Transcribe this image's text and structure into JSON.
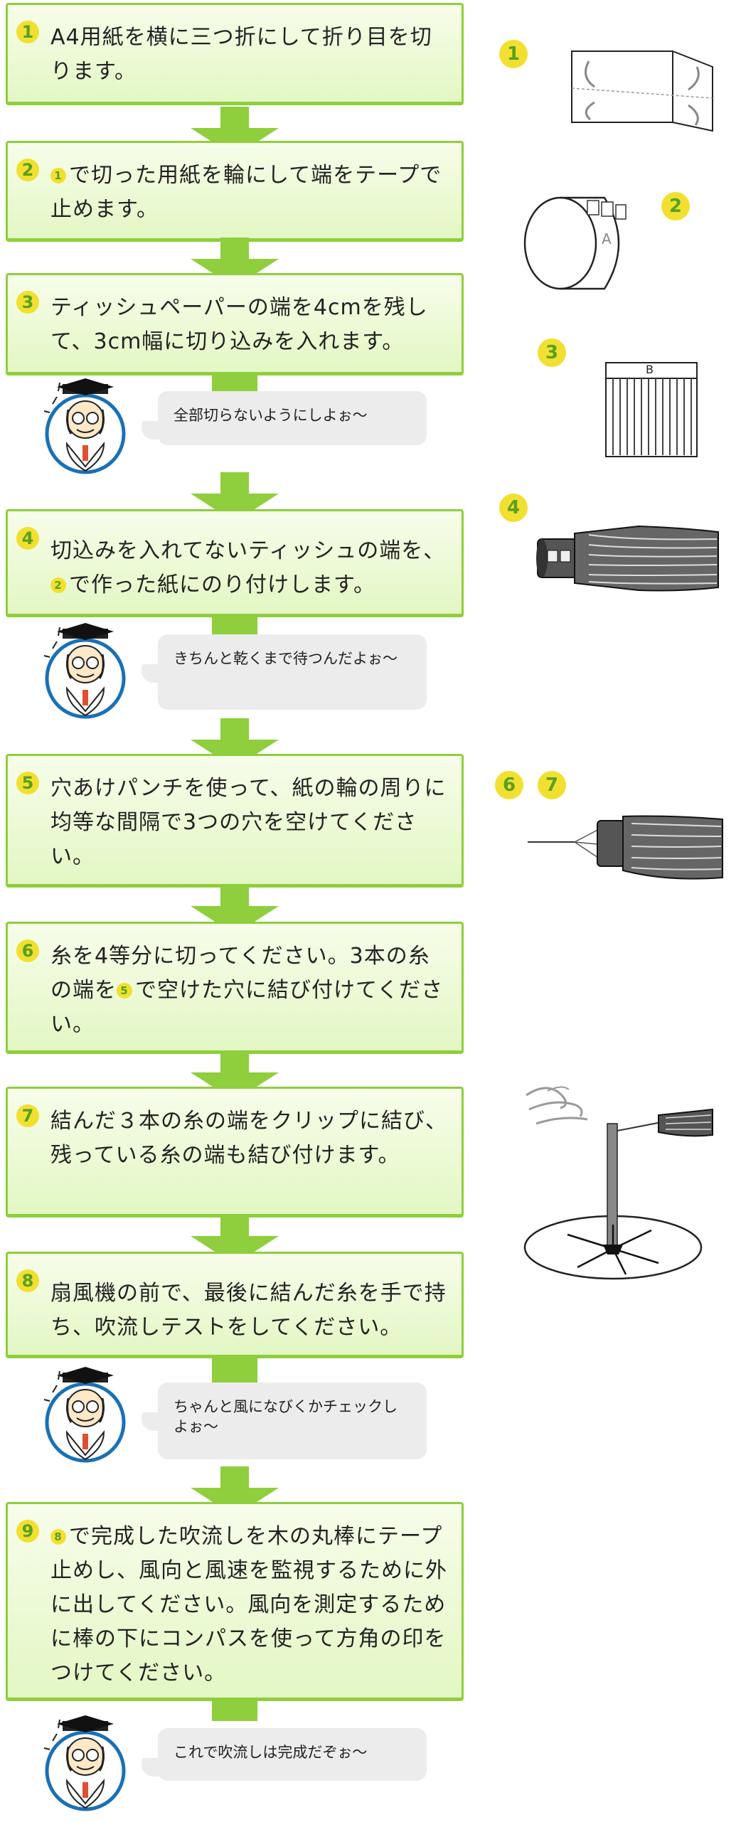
{
  "steps": [
    {
      "num": "1",
      "text": "A4用紙を横に三つ折にして折り目を切ります。"
    },
    {
      "num": "2",
      "ref": "1",
      "text": "で切った用紙を輪にして端をテープで止めます。"
    },
    {
      "num": "3",
      "text": "ティッシュペーパーの端を4cmを残して、3cm幅に切り込みを入れます。"
    },
    {
      "num": "4",
      "text_a": "切込みを入れてないティッシュの端を、",
      "ref": "2",
      "text_b": "で作った紙にのり付けします。"
    },
    {
      "num": "5",
      "text": "穴あけパンチを使って、紙の輪の周りに均等な間隔で3つの穴を空けてください。"
    },
    {
      "num": "6",
      "text_a": "糸を4等分に切ってください。3本の糸の端を",
      "ref": "5",
      "text_b": "で空けた穴に結び付けてください。"
    },
    {
      "num": "7",
      "text": "結んだ３本の糸の端をクリップに結び、残っている糸の端も結び付けます。"
    },
    {
      "num": "8",
      "text": "扇風機の前で、最後に結んだ糸を手で持ち、吹流しテストをしてください。"
    },
    {
      "num": "9",
      "ref": "8",
      "text": "で完成した吹流しを木の丸棒にテープ止めし、風向と風速を監視するために外に出してください。風向を測定するために棒の下にコンパスを使って方角の印をつけてください。"
    }
  ],
  "comments": [
    "全部切らないようにしよぉ〜",
    "きちんと乾くまで待つんだよぉ〜",
    "ちゃんと風になびくかチェックしよぉ〜",
    "これで吹流しは完成だぞぉ〜"
  ],
  "figure_labels": [
    "1",
    "2",
    "3",
    "4",
    "6",
    "7"
  ],
  "figure_letters": {
    "a": "A",
    "b": "B"
  },
  "colors": {
    "accent": "#8fce3c",
    "badge": "#f2e030",
    "badge_text": "#5aa021",
    "bubble": "#ececec"
  }
}
